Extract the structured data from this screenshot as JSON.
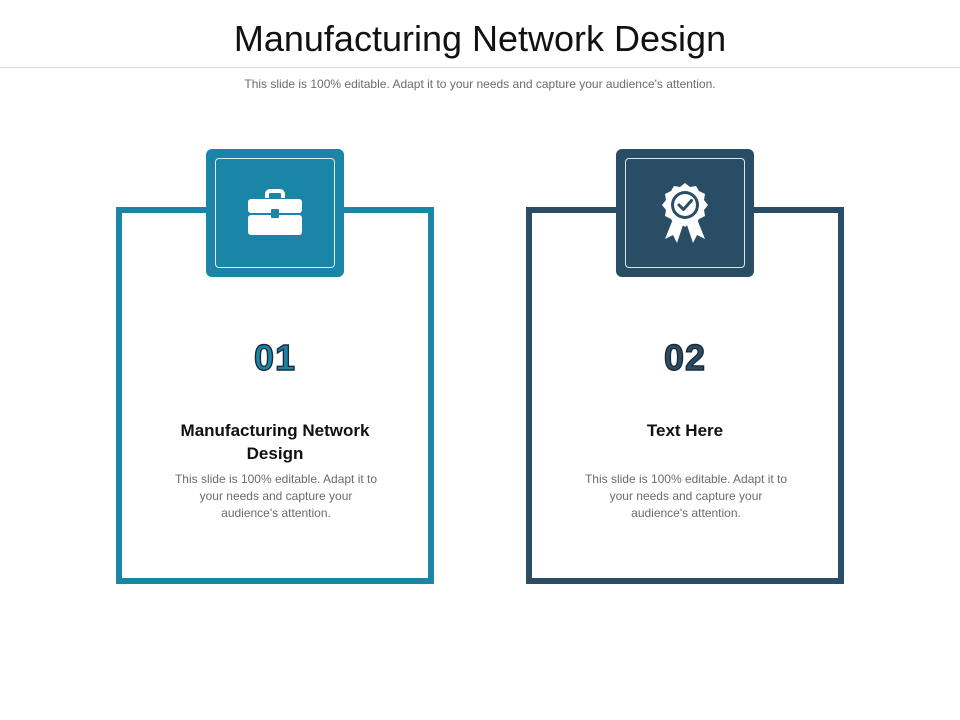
{
  "slide": {
    "title": "Manufacturing Network Design",
    "subtitle": "This slide is 100% editable. Adapt it to your needs and capture your audience's attention."
  },
  "cards": [
    {
      "number": "01",
      "heading": "Manufacturing Network Design",
      "body": "This slide is 100% editable. Adapt it to your needs and capture your audience's attention.",
      "icon": "briefcase-icon",
      "accent": "#1a85a6"
    },
    {
      "number": "02",
      "heading": "Text Here",
      "body": "This slide is 100% editable. Adapt it to your needs and capture your audience's attention.",
      "icon": "award-badge-icon",
      "accent": "#2a4d66"
    }
  ]
}
